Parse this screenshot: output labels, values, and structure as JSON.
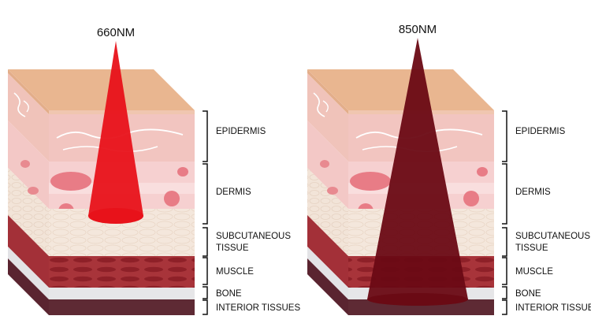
{
  "diagrams": [
    {
      "wavelength": "660NM",
      "beam_color": "#e8121a",
      "labels": {
        "epidermis": "EPIDERMIS",
        "dermis": "DERMIS",
        "subcutaneous_1": "SUBCUTANEOUS",
        "subcutaneous_2": "TISSUE",
        "muscle": "MUSCLE",
        "bone": "BONE",
        "interior": "INTERIOR TISSUES"
      }
    },
    {
      "wavelength": "850NM",
      "beam_color": "#6a0a14",
      "labels": {
        "epidermis": "EPIDERMIS",
        "dermis": "DERMIS",
        "subcutaneous_1": "SUBCUTANEOUS",
        "subcutaneous_2": "TISSUE",
        "muscle": "MUSCLE",
        "bone": "BONE",
        "interior": "INTERIOR TISSUES"
      }
    }
  ],
  "colors": {
    "skin_top": "#e9b690",
    "epidermis": "#f2c7bf",
    "dermis": "#f5cccc",
    "subcutaneous": "#f4e7dc",
    "muscle": "#a8343a",
    "bone": "#e6e6e8",
    "interior": "#5e2a34"
  }
}
